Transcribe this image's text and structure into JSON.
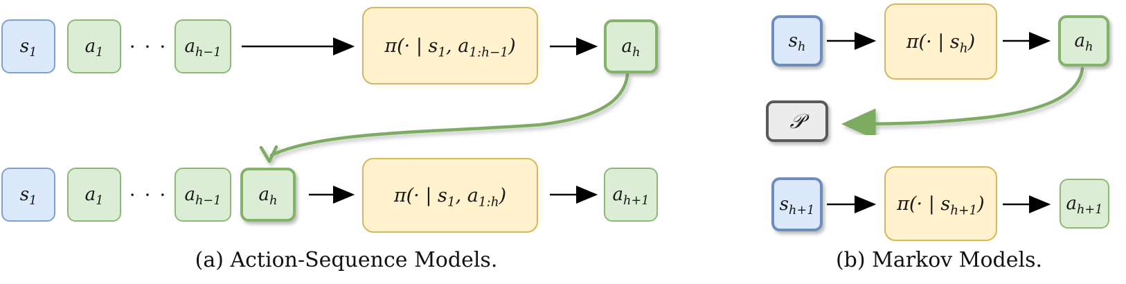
{
  "palette": {
    "state_fill": "#dbe9fb",
    "state_border": "#6c8ebf",
    "action_fill": "#dcedd5",
    "action_border": "#82b366",
    "policy_fill": "#fff2cc",
    "policy_border": "#d6b656",
    "transition_fill": "#ececec",
    "transition_border": "#595959",
    "arrow_black": "#000000",
    "arrow_green": "#7cac5f",
    "arrow_blue": "#6f94ce"
  },
  "figure_a": {
    "caption": "(a) Action-Sequence Models.",
    "row1": {
      "state": "s_1",
      "action1": "a_1",
      "dots": "· · ·",
      "action_prev": "a_{h−1}",
      "policy": "π(· | s_1, a_{1:h−1})",
      "action_out": "a_h"
    },
    "row2": {
      "state": "s_1",
      "action1": "a_1",
      "dots": "· · ·",
      "action_prev": "a_{h−1}",
      "action_h": "a_h",
      "policy": "π(· | s_1, a_{1:h})",
      "action_out": "a_{h+1}"
    }
  },
  "figure_b": {
    "caption": "(b) Markov Models.",
    "state": "s_h",
    "policy": "π(· | s_h)",
    "action": "a_h",
    "transition": "𝒫",
    "next_state": "s_{h+1}",
    "next_policy": "π(· | s_{h+1})",
    "next_action": "a_{h+1}"
  }
}
